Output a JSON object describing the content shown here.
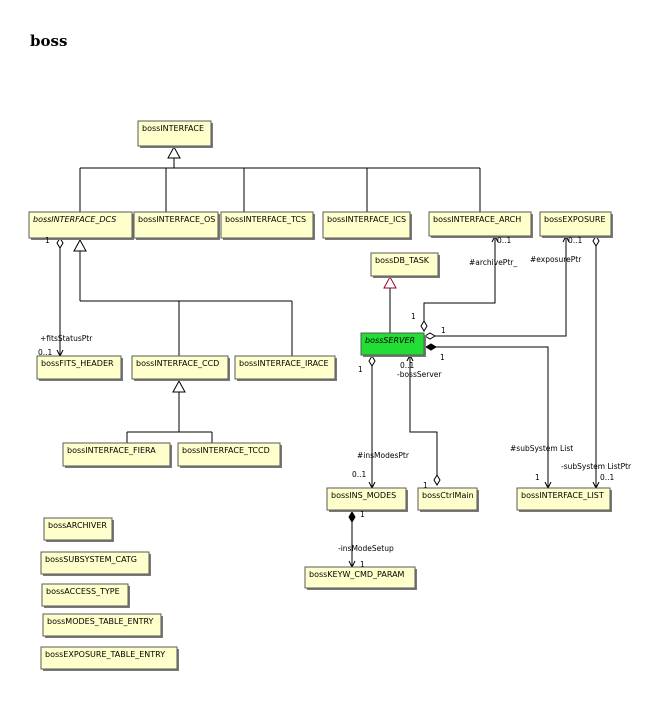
{
  "title": "boss",
  "colors": {
    "classFill": "#ffffcc",
    "activeFill": "#22dd33",
    "dependency": "#990033"
  },
  "classes": {
    "interface": {
      "prefix": "boss",
      "name": "INTERFACE"
    },
    "interface_dcs": {
      "prefix": "boss",
      "name": "INTERFACE_DCS"
    },
    "interface_os": {
      "prefix": "boss",
      "name": "INTERFACE_OS"
    },
    "interface_tcs": {
      "prefix": "boss",
      "name": "INTERFACE_TCS"
    },
    "interface_ics": {
      "prefix": "boss",
      "name": "INTERFACE_ICS"
    },
    "interface_arch": {
      "prefix": "boss",
      "name": "INTERFACE_ARCH"
    },
    "exposure": {
      "prefix": "boss",
      "name": "EXPOSURE"
    },
    "db_task": {
      "prefix": "boss",
      "name": "DB_TASK"
    },
    "server": {
      "prefix": "boss",
      "name": "SERVER"
    },
    "fits_header": {
      "prefix": "boss",
      "name": "FITS_HEADER"
    },
    "interface_ccd": {
      "prefix": "boss",
      "name": "INTERFACE_CCD"
    },
    "interface_irace": {
      "prefix": "boss",
      "name": "INTERFACE_IRACE"
    },
    "interface_fiera": {
      "prefix": "boss",
      "name": "INTERFACE_FIERA"
    },
    "interface_tccd": {
      "prefix": "boss",
      "name": "INTERFACE_TCCD"
    },
    "ins_modes": {
      "prefix": "boss",
      "name": "INS_MODES"
    },
    "ctrl_main": {
      "prefix": "boss",
      "name": "CtrlMain"
    },
    "interface_list": {
      "prefix": "boss",
      "name": "INTERFACE_LIST"
    },
    "keyw_cmd_param": {
      "prefix": "boss",
      "name": "KEYW_CMD_PARAM"
    },
    "archiver": {
      "prefix": "boss",
      "name": "ARCHIVER"
    },
    "subsystem_catg": {
      "prefix": "boss",
      "name": "SUBSYSTEM_CATG"
    },
    "access_type": {
      "prefix": "boss",
      "name": "ACCESS_TYPE"
    },
    "modes_table_entry": {
      "prefix": "boss",
      "name": "MODES_TABLE_ENTRY"
    },
    "exposure_table_entry": {
      "prefix": "boss",
      "name": "EXPOSURE_TABLE_ENTRY"
    }
  },
  "labels": {
    "fitsStatusPtr": "+fitsStatusPtr",
    "fits_mult_top": "1",
    "fits_mult_bottom": "0..1",
    "archivePtr": "#archivePtr_",
    "archive_mult_top": "0..1",
    "archive_mult_server": "1",
    "exposurePtr": "#exposurePtr",
    "exposure_mult_top": "0..1",
    "exposure_mult_server": "1",
    "bossServer": "-bossServer",
    "server_mult_left": "1",
    "server_mult_ctrl_top": "0..1",
    "server_mult_right": "1",
    "insModesPtr": "#insModesPtr",
    "insmodes_mult": "0..1",
    "ctrl_mult": "1",
    "subSystemList": "#subSystem List",
    "subsys_mult": "1",
    "subSystemListPtr": "-subSystem ListPtr",
    "subsysptr_mult": "0..1",
    "insModeSetup": "-insModeSetup",
    "setup_mult_top": "1",
    "setup_mult_bottom": "1"
  }
}
